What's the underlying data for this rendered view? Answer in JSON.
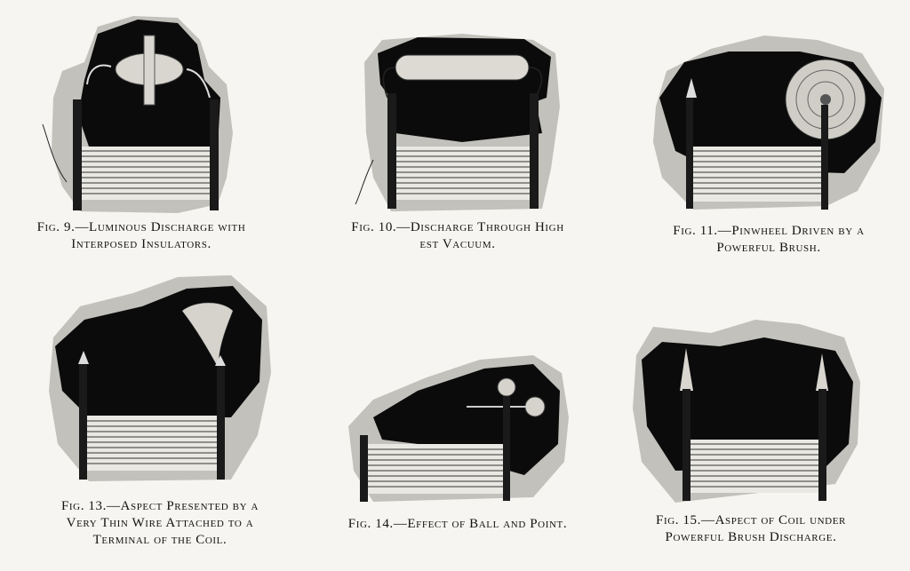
{
  "figures": [
    {
      "id": "fig9",
      "caption_line1": "Fig. 9.—Luminous Discharge with",
      "caption_line2": "Interposed Insulators."
    },
    {
      "id": "fig10",
      "caption_line1": "Fig. 10.—Discharge Through High",
      "caption_line2": "est Vacuum."
    },
    {
      "id": "fig11",
      "caption_line1": "Fig. 11.—Pinwheel Driven by a",
      "caption_line2": "Powerful Brush."
    },
    {
      "id": "fig13",
      "caption_line1": "Fig. 13.—Aspect Presented by a",
      "caption_line2": "Very Thin Wire Attached to a",
      "caption_line3": "Terminal of the Coil."
    },
    {
      "id": "fig14",
      "caption_line1": "Fig. 14.—Effect of Ball and Point."
    },
    {
      "id": "fig15",
      "caption_line1": "Fig. 15.—Aspect of Coil under",
      "caption_line2": "Powerful Brush Discharge."
    }
  ],
  "colors": {
    "paper": "#f6f5f1",
    "ink": "#0b0b0b",
    "grey": "#b9b9b4"
  }
}
